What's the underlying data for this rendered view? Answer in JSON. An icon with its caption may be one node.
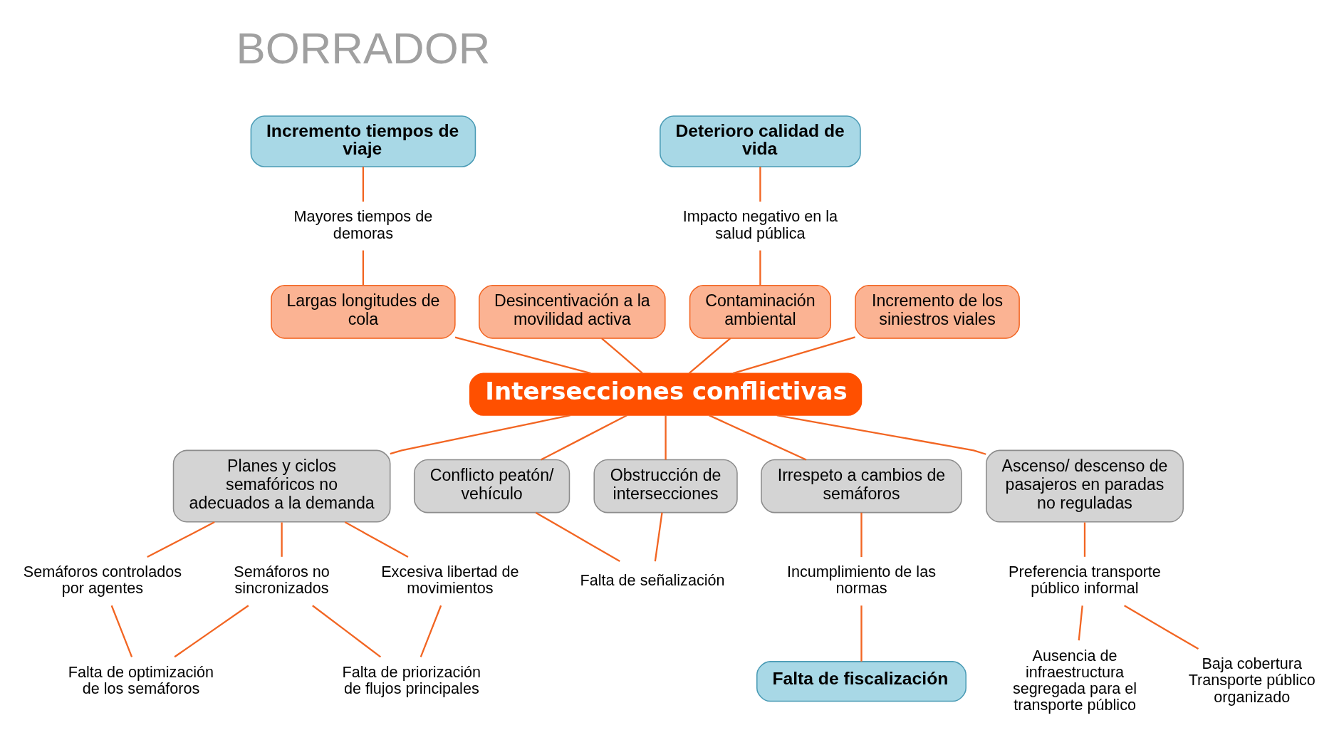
{
  "diagram": {
    "nodes": [
      {
        "text": [
          "Incremento tiempos de viaje"
        ]
      },
      {
        "text": [
          "Deterioro calidad de vida"
        ]
      },
      {
        "text": [
          "Mayores tiempos de demoras"
        ]
      },
      {
        "text": [
          "Impacto negativo en la salud pública"
        ]
      },
      {
        "text": [
          "Desincentivación a la movilidad activa"
        ]
      },
      {
        "text": [
          "Largas longitudes de cola"
        ]
      },
      {
        "text": [
          "Contaminación ambiental"
        ]
      },
      {
        "text": [
          "Incremento de los siniestros viales"
        ]
      },
      {
        "text": [
          "Intersecciones conflictivas"
        ]
      },
      {
        "text": [
          "Planes y ciclos semafóricos no adecuados a la demanda"
        ]
      },
      {
        "text": [
          "Conflicto peatón/ vehículo"
        ]
      },
      {
        "text": [
          "Obstrucción de intersecciones"
        ]
      },
      {
        "text": [
          "Irrespeto a cambios de semáforos"
        ]
      },
      {
        "text": [
          "Ascenso/ descenso de pasajeros en paradas no reguladas"
        ]
      },
      {
        "text": [
          "Semáforos controlados por agentes"
        ]
      },
      {
        "text": [
          "Semáforos no sincronizados"
        ]
      },
      {
        "text": [
          "Excesiva libertad de movimientos"
        ]
      },
      {
        "text": [
          "Falta de señalización"
        ]
      },
      {
        "text": [
          "Incumplimiento de las normas"
        ]
      },
      {
        "text": [
          "Preferencia transporte público informal"
        ]
      },
      {
        "text": [
          "Falta de optimización de los semáforos"
        ]
      },
      {
        "text": [
          "Falta de priorización de flujos principales"
        ]
      },
      {
        "text": [
          "Falta de fiscalización"
        ]
      },
      {
        "text": [
          "Ausencia de infraestructura segregada para el transporte público"
        ]
      },
      {
        "text": [
          "Baja cobertura Transporte público organizado"
        ]
      }
    ],
    "edges": [
      {
        "from": 0,
        "to": 2,
        "arrow": "none"
      },
      {
        "from": 2,
        "to": 5,
        "arrow": "none"
      },
      {
        "from": 1,
        "to": 3,
        "arrow": "none"
      },
      {
        "from": 3,
        "to": 6,
        "arrow": "none"
      },
      {
        "from": 4,
        "to": 8,
        "arrow": "none"
      },
      {
        "from": 5,
        "to": 8,
        "arrow": "none"
      },
      {
        "from": 6,
        "to": 8,
        "arrow": "none"
      },
      {
        "from": 7,
        "to": 8,
        "arrow": "none"
      },
      {
        "from": 8,
        "to": 9,
        "arrow": "none"
      },
      {
        "from": 8,
        "to": 10,
        "arrow": "none"
      },
      {
        "from": 8,
        "to": 11,
        "arrow": "none"
      },
      {
        "from": 8,
        "to": 12,
        "arrow": "none"
      },
      {
        "from": 8,
        "to": 13,
        "arrow": "none"
      },
      {
        "from": 9,
        "to": 14,
        "arrow": "none"
      },
      {
        "from": 9,
        "to": 15,
        "arrow": "none"
      },
      {
        "from": 9,
        "to": 16,
        "arrow": "none"
      },
      {
        "from": 10,
        "to": 17,
        "arrow": "none"
      },
      {
        "from": 11,
        "to": 17,
        "arrow": "none"
      },
      {
        "from": 12,
        "to": 18,
        "arrow": "none"
      },
      {
        "from": 13,
        "to": 19,
        "arrow": "none"
      },
      {
        "from": 14,
        "to": 20,
        "arrow": "none"
      },
      {
        "from": 15,
        "to": 20,
        "arrow": "none"
      },
      {
        "from": 15,
        "to": 21,
        "arrow": "none"
      },
      {
        "from": 16,
        "to": 21,
        "arrow": "none"
      },
      {
        "from": 18,
        "to": 22,
        "arrow": "none"
      },
      {
        "from": 19,
        "to": 23,
        "arrow": "none"
      },
      {
        "from": 19,
        "to": 24,
        "arrow": "none"
      }
    ],
    "labels": [
      "BORRADOR"
    ]
  }
}
